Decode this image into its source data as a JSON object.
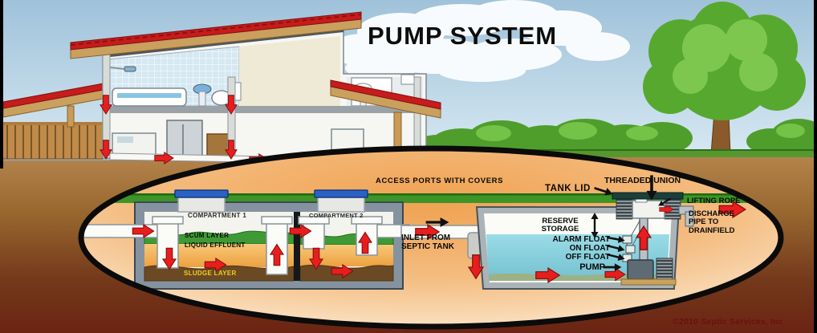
{
  "title": "PUMP SYSTEM",
  "copyright": "©2010 Septic Services, Inc",
  "diagram": {
    "labels": {
      "access_ports": "ACCESS PORTS WITH COVERS",
      "tank_lid": "TANK LID",
      "threaded_union": "THREADED UNION",
      "lifting_rope": "LIFTING ROPE",
      "discharge_pipe": "DISCHARGE PIPE TO DRAINFIELD",
      "compartment_1": "COMPARTMENT 1",
      "compartment_2": "COMPARTMENT 2",
      "scum_layer": "SCUM LAYER",
      "liquid_effluent": "LIQUID EFFLUENT",
      "sludge_layer": "SLUDGE LAYER",
      "inlet_from_septic_tank": "INLET FROM SEPTIC TANK",
      "reserve_storage": "RESERVE STORAGE",
      "alarm_float": "ALARM FLOAT",
      "on_float": "ON FLOAT",
      "off_float": "OFF FLOAT",
      "pump": "PUMP"
    },
    "colors": {
      "sky_top": "#9fc2da",
      "sky_bottom": "#d8e9f3",
      "soil_top": "#b5854c",
      "soil_bottom": "#6b2413",
      "oval_center": "#f0a251",
      "oval_rim": "#fdf3e2",
      "grass_green": "#3f9427",
      "scum_green": "#3f9a35",
      "effluent_orange": "#eda03f",
      "sludge_brown": "#6b4a23",
      "sludge_label_yellow": "#f0ce1e",
      "water_teal": "#8ad0dc",
      "flow_arrow_red": "#e81e1e",
      "access_cap_blue": "#2a62c4",
      "tank_lid_teal": "#1b403c",
      "roof_red": "#c61c1c",
      "copyright_red": "#6b1010"
    }
  }
}
